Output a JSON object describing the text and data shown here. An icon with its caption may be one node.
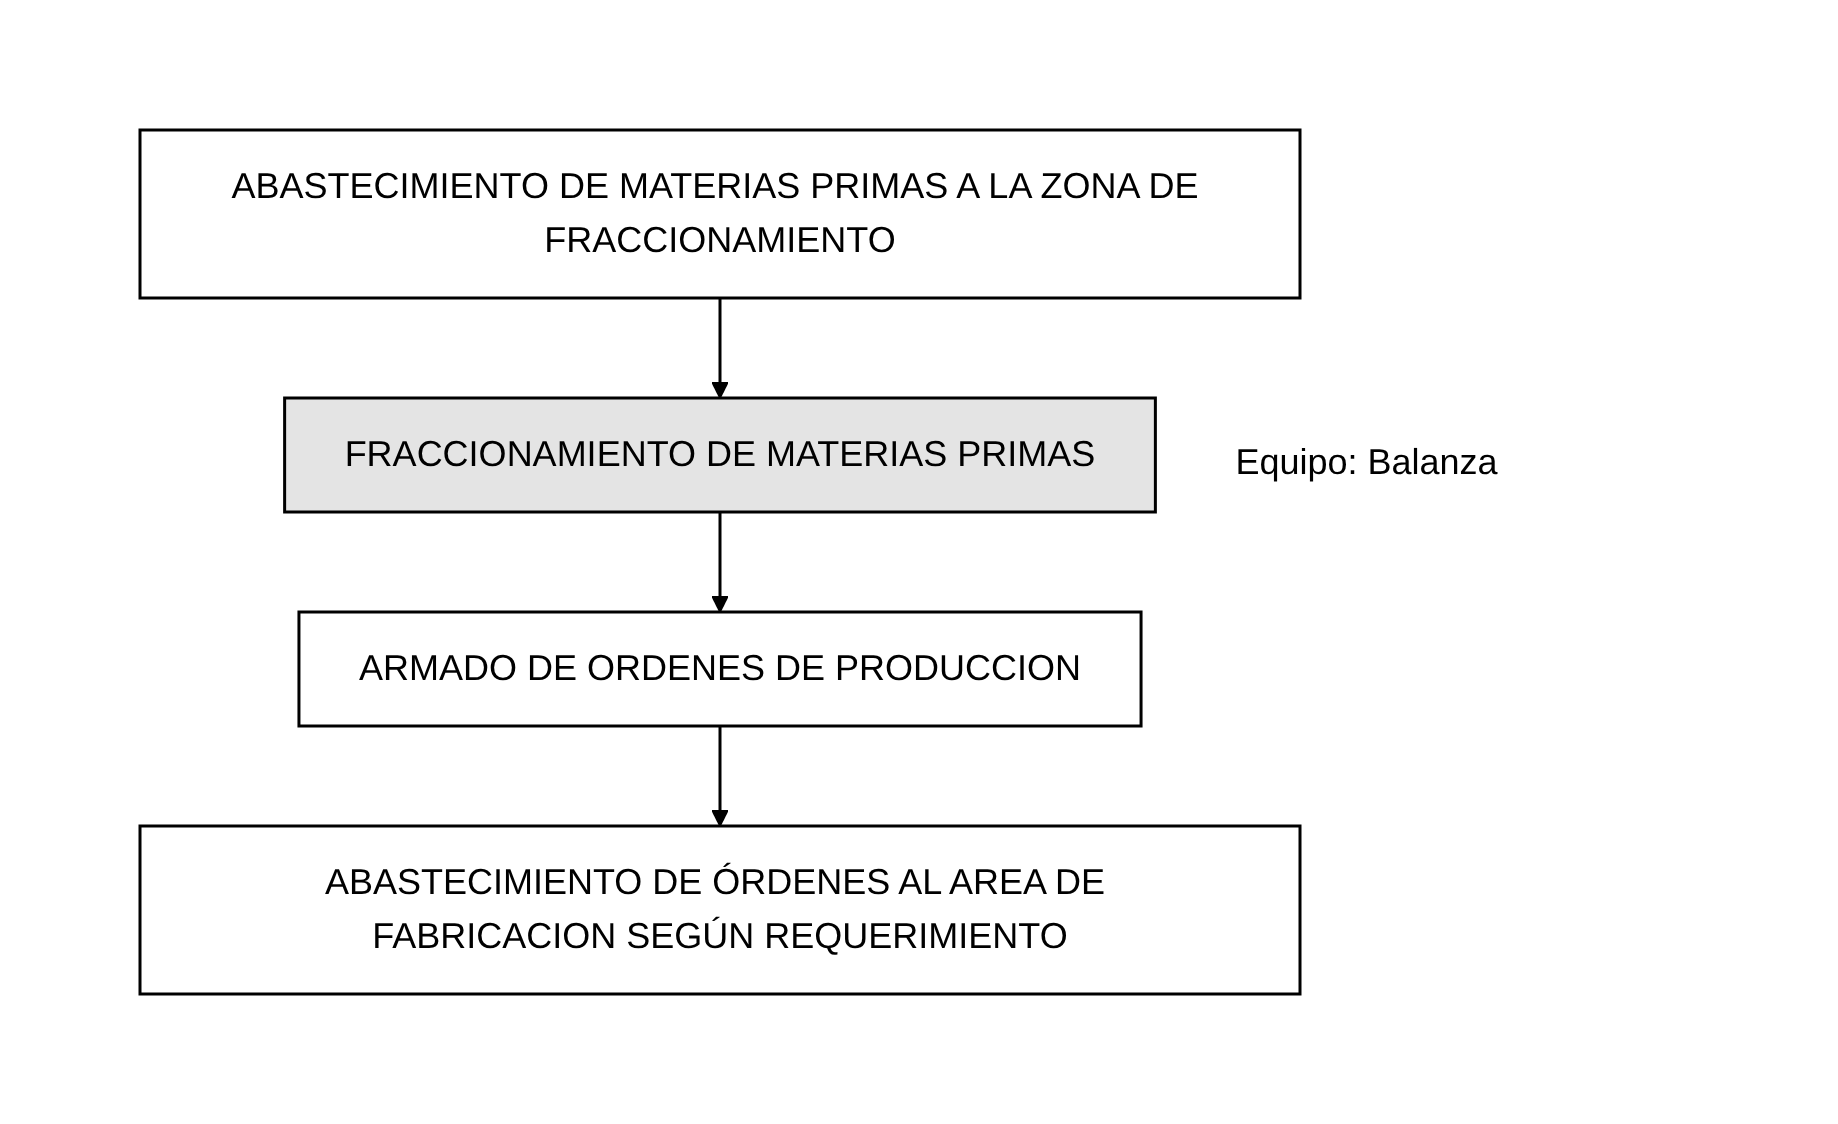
{
  "diagram": {
    "nodes": [
      {
        "text": [
          "ABASTECIMIENTO DE MATERIAS PRIMAS A LA ZONA DE FRACCIONAMIENTO"
        ]
      },
      {
        "text": [
          "FRACCIONAMIENTO DE MATERIAS PRIMAS"
        ],
        "beside": [
          "Equipo: Balanza"
        ]
      },
      {
        "text": [
          "ARMADO DE ORDENES DE PRODUCCION"
        ]
      },
      {
        "text": [
          "ABASTECIMIENTO DE ÓRDENES AL AREA DE FABRICACION SEGÚN REQUERIMIENTO"
        ]
      }
    ],
    "edges": [
      {
        "from": 0,
        "to": 1,
        "arrow": "to"
      },
      {
        "from": 1,
        "to": 2,
        "arrow": "to"
      },
      {
        "from": 2,
        "to": 3,
        "arrow": "to"
      }
    ]
  }
}
